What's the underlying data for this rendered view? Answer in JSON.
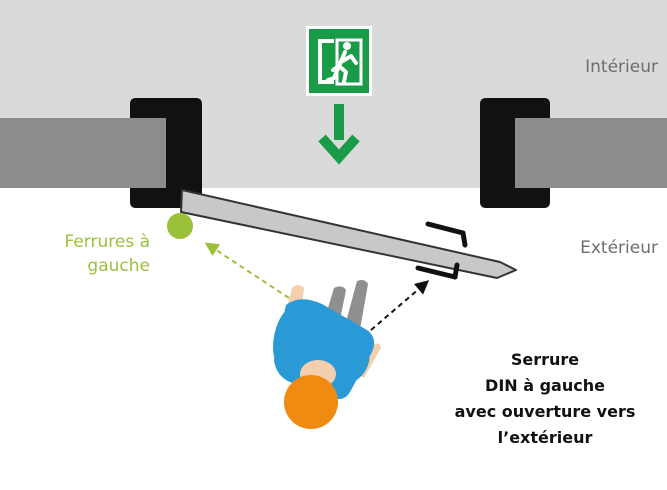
{
  "labels": {
    "interior": "Intérieur",
    "exterior": "Extérieur",
    "hinges_line1": "Ferrures à",
    "hinges_line2": "gauche",
    "lock_line1": "Serrure",
    "lock_line2": "DIN à gauche",
    "lock_line3": "avec ouverture vers",
    "lock_line4": "l’extérieur"
  },
  "icons": {
    "exit_sign": "emergency-exit-sign-icon",
    "exit_direction": "arrow-down-icon",
    "person": "person-top-view-icon",
    "hinge_marker": "hinge-dot-icon"
  },
  "colors": {
    "interior_bg": "#dadada",
    "wall": "#8c8c8c",
    "frame": "#111111",
    "door_leaf": "#c8c8c8",
    "exit_green": "#1a9b48",
    "hinge_green": "#9bc03a",
    "shirt": "#2a9ad6",
    "hair": "#f08a10",
    "skin": "#f4cfae",
    "pants": "#8f8f8f"
  }
}
